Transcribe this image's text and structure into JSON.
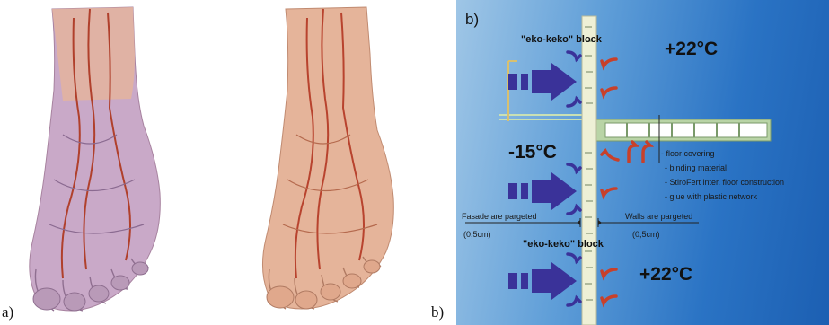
{
  "figure_labels": {
    "left": "a)",
    "right": "b)"
  },
  "panel_b": {
    "corner_label": "b)",
    "block_top": "\"eko-keko\" block",
    "block_bottom": "\"eko-keko\" block",
    "temp_inside_top": "+22°C",
    "temp_outside": "-15°C",
    "temp_inside_bottom": "+22°C",
    "floor_layers": [
      "- floor covering",
      "- binding material",
      "- StiroFert inter. floor construction",
      "- glue with plastic network"
    ],
    "fasade_line1": "Fasade are pargeted",
    "fasade_line2": "(0,5cm)",
    "walls_line1": "Walls are pargeted",
    "walls_line2": "(0,5cm)"
  },
  "colors": {
    "background_blue": "#2a73c4",
    "arrow_blue": "#3a3299",
    "arrow_red": "#c8402a",
    "wall_cream": "#eef0d6",
    "floor_green": "#b9d4a6"
  }
}
